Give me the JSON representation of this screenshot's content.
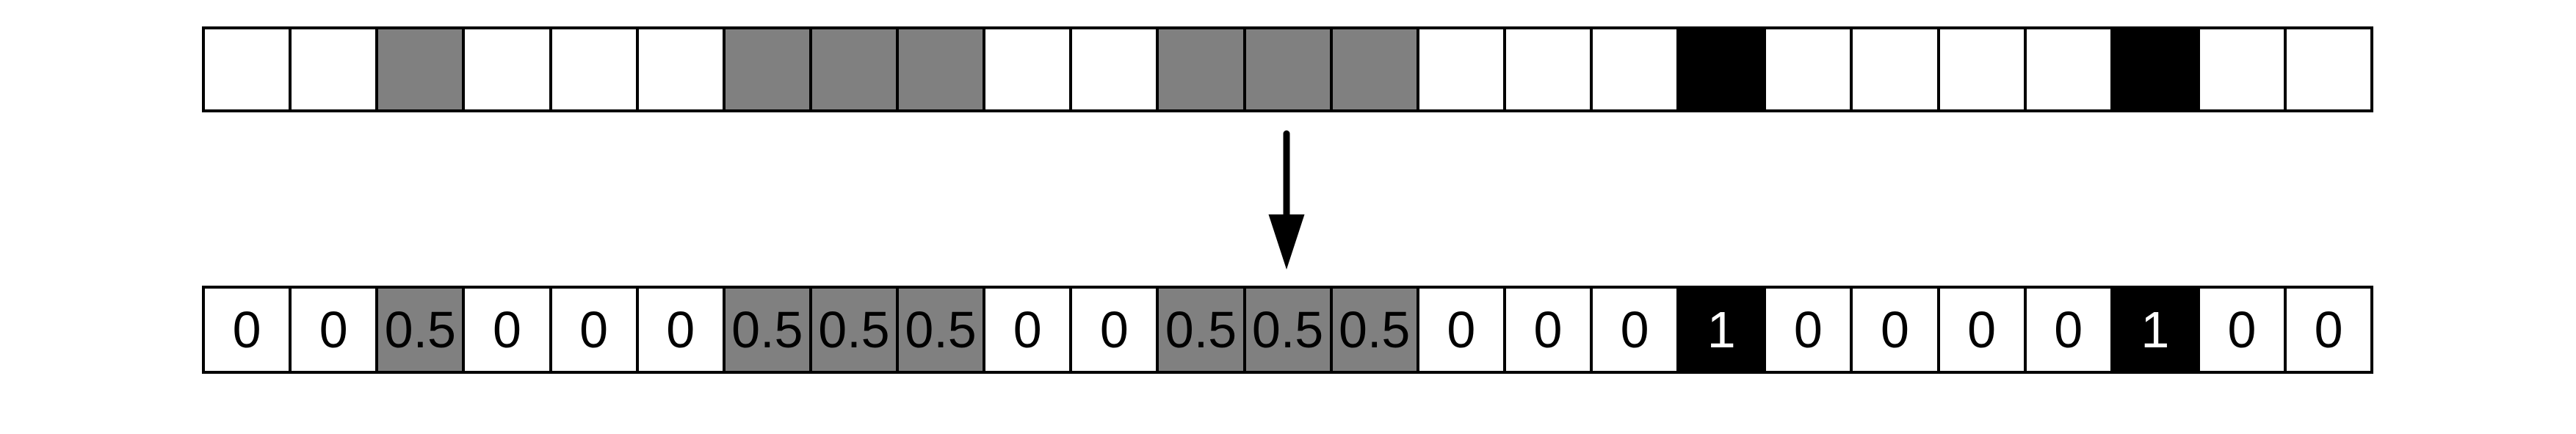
{
  "palette": {
    "white": "#ffffff",
    "gray": "#808080",
    "black": "#000000",
    "border": "#000000",
    "label_on_dark": "#ffffff",
    "label_on_light": "#000000"
  },
  "top_row": {
    "cells": [
      {
        "shade": "white"
      },
      {
        "shade": "white"
      },
      {
        "shade": "gray"
      },
      {
        "shade": "white"
      },
      {
        "shade": "white"
      },
      {
        "shade": "white"
      },
      {
        "shade": "gray"
      },
      {
        "shade": "gray"
      },
      {
        "shade": "gray"
      },
      {
        "shade": "white"
      },
      {
        "shade": "white"
      },
      {
        "shade": "gray"
      },
      {
        "shade": "gray"
      },
      {
        "shade": "gray"
      },
      {
        "shade": "white"
      },
      {
        "shade": "white"
      },
      {
        "shade": "white"
      },
      {
        "shade": "black"
      },
      {
        "shade": "white"
      },
      {
        "shade": "white"
      },
      {
        "shade": "white"
      },
      {
        "shade": "white"
      },
      {
        "shade": "black"
      },
      {
        "shade": "white"
      },
      {
        "shade": "white"
      }
    ]
  },
  "arrow": {
    "icon": "down-arrow-icon",
    "direction": "down",
    "color": "#000000"
  },
  "bottom_row": {
    "cells": [
      {
        "shade": "white",
        "label": "0"
      },
      {
        "shade": "white",
        "label": "0"
      },
      {
        "shade": "gray",
        "label": "0.5"
      },
      {
        "shade": "white",
        "label": "0"
      },
      {
        "shade": "white",
        "label": "0"
      },
      {
        "shade": "white",
        "label": "0"
      },
      {
        "shade": "gray",
        "label": "0.5"
      },
      {
        "shade": "gray",
        "label": "0.5"
      },
      {
        "shade": "gray",
        "label": "0.5"
      },
      {
        "shade": "white",
        "label": "0"
      },
      {
        "shade": "white",
        "label": "0"
      },
      {
        "shade": "gray",
        "label": "0.5"
      },
      {
        "shade": "gray",
        "label": "0.5"
      },
      {
        "shade": "gray",
        "label": "0.5"
      },
      {
        "shade": "white",
        "label": "0"
      },
      {
        "shade": "white",
        "label": "0"
      },
      {
        "shade": "white",
        "label": "0"
      },
      {
        "shade": "black",
        "label": "1"
      },
      {
        "shade": "white",
        "label": "0"
      },
      {
        "shade": "white",
        "label": "0"
      },
      {
        "shade": "white",
        "label": "0"
      },
      {
        "shade": "white",
        "label": "0"
      },
      {
        "shade": "black",
        "label": "1"
      },
      {
        "shade": "white",
        "label": "0"
      },
      {
        "shade": "white",
        "label": "0"
      }
    ]
  }
}
